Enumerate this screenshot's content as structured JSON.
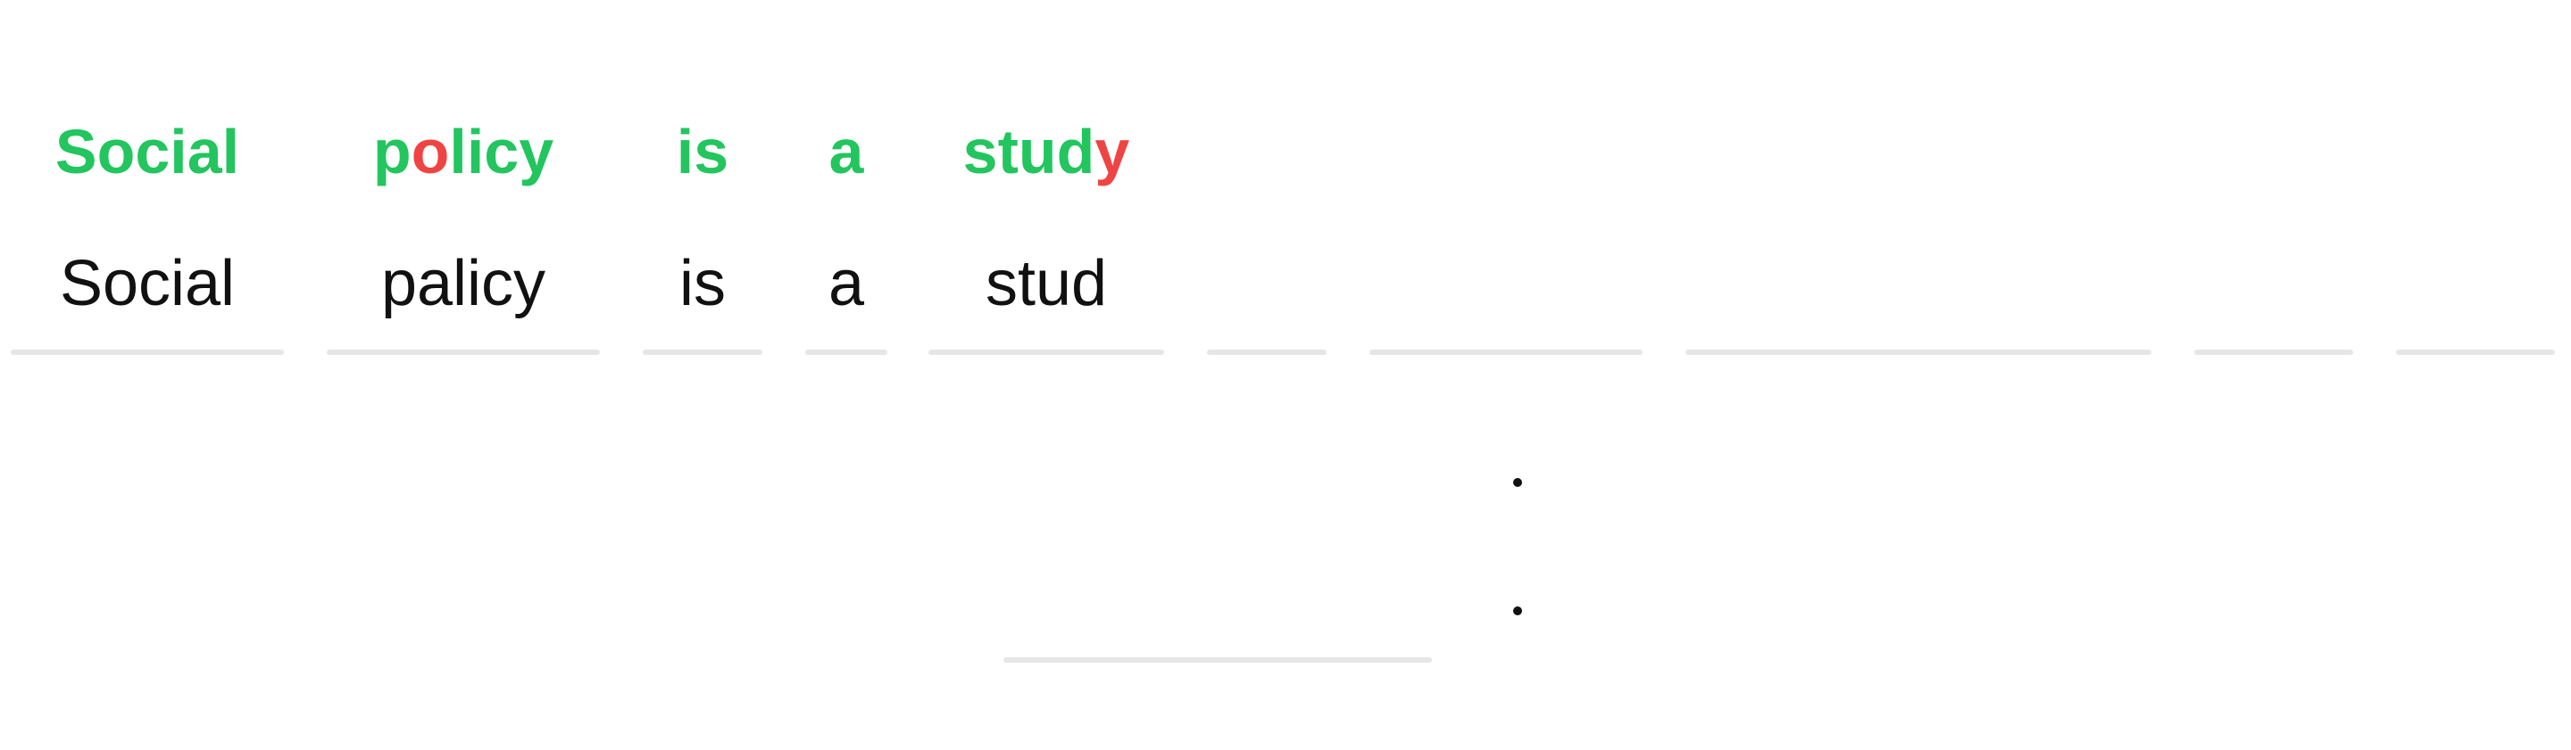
{
  "words": [
    {
      "typed": "Social",
      "correction": [
        {
          "text": "Social",
          "status": "correct"
        }
      ]
    },
    {
      "typed": "palicy",
      "correction": [
        {
          "text": "p",
          "status": "correct"
        },
        {
          "text": "o",
          "status": "wrong"
        },
        {
          "text": "licy",
          "status": "correct"
        }
      ]
    },
    {
      "typed": "is",
      "correction": [
        {
          "text": "is",
          "status": "correct"
        }
      ]
    },
    {
      "typed": "a",
      "correction": [
        {
          "text": "a",
          "status": "correct"
        }
      ]
    },
    {
      "typed": "stud",
      "correction": [
        {
          "text": "stud",
          "status": "correct"
        },
        {
          "text": "y",
          "status": "wrong"
        }
      ]
    },
    {
      "typed": "",
      "correction": []
    },
    {
      "typed": "",
      "correction": []
    },
    {
      "typed": "",
      "correction": []
    },
    {
      "typed": "",
      "correction": []
    },
    {
      "typed": "",
      "correction": []
    }
  ],
  "colors": {
    "correct": "#22c55e",
    "wrong": "#ef4444",
    "typed": "#111111",
    "underline": "#e6e6e6"
  }
}
